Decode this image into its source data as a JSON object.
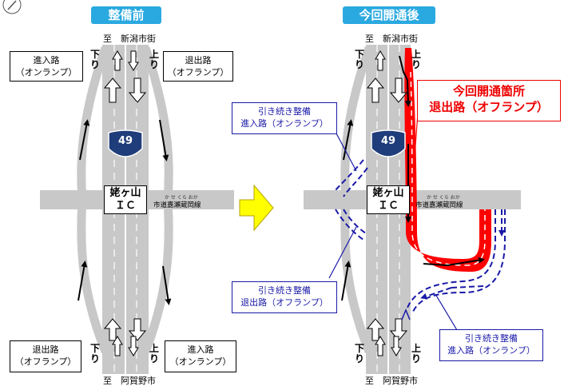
{
  "titles": {
    "before": "整備前",
    "after": "今回開通後"
  },
  "directions": {
    "north": "至　新潟市街",
    "south": "至　阿賀野市"
  },
  "lane_labels": {
    "down": "下り",
    "up": "上り"
  },
  "route": {
    "number": "49"
  },
  "interchange": {
    "name": "姥ヶ山",
    "suffix": "ＩＣ"
  },
  "crossroad": {
    "name": "市道嘉瀬蔵岡線",
    "ruby": "か せ くら おか"
  },
  "before": {
    "top_left": {
      "line1": "進入路",
      "line2": "（オンランプ）"
    },
    "top_right": {
      "line1": "退出路",
      "line2": "（オフランプ）"
    },
    "bottom_left": {
      "line1": "退出路",
      "line2": "（オフランプ）"
    },
    "bottom_right": {
      "line1": "進入路",
      "line2": "（オンランプ）"
    }
  },
  "after": {
    "highlight": {
      "line1": "今回開通箇所",
      "line2": "退出路（オフランプ）"
    },
    "future_on_top": {
      "line1": "引き続き整備",
      "line2": "進入路（オンランプ）"
    },
    "future_off_bottom": {
      "line1": "引き続き整備",
      "line2": "退出路（オフランプ）"
    },
    "future_on_bottom": {
      "line1": "引き続き整備",
      "line2": "進入路（オンランプ）"
    }
  },
  "colors": {
    "road": "#c8c8c8",
    "accent": "#2aa9e0",
    "opened": "#ff0000",
    "planned": "#1a1aa8",
    "arrow_fill": "#ffff00",
    "route_shield": "#1f3d7a"
  },
  "icons": [
    "pencil-icon",
    "right-arrow-icon",
    "route-shield-icon"
  ]
}
